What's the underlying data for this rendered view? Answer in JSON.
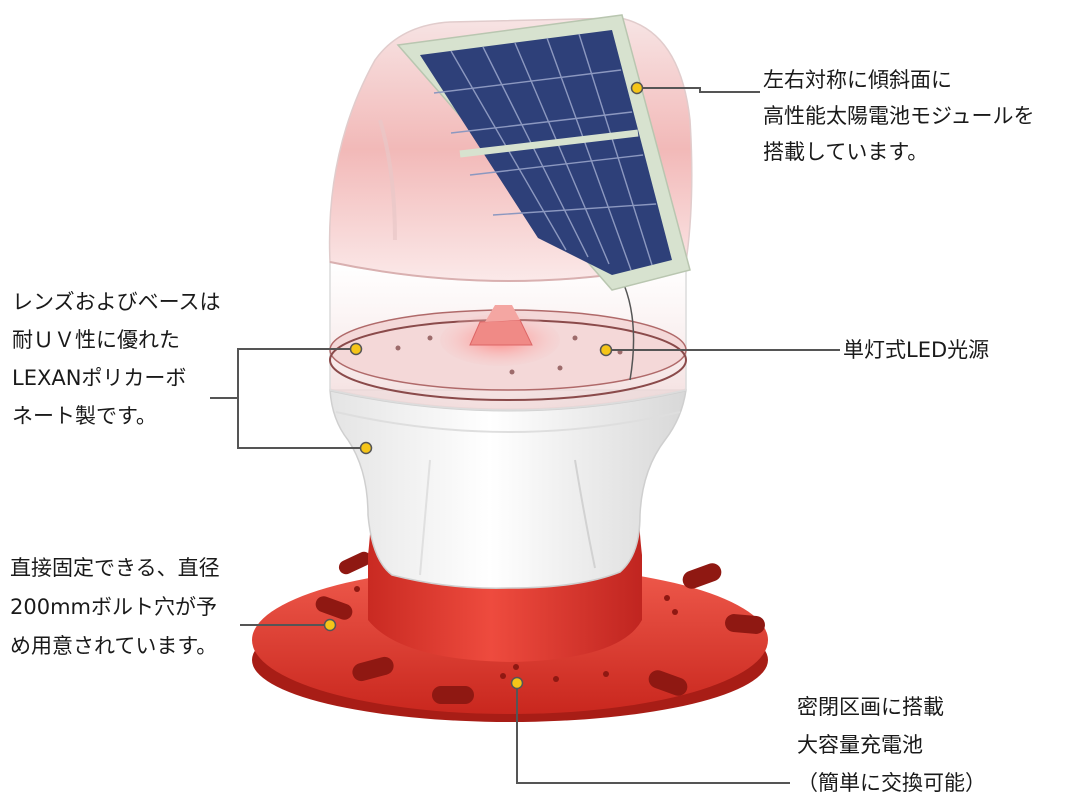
{
  "callouts": {
    "solar_panel": {
      "lines": [
        "左右対称に傾斜面に",
        "高性能太陽電池モジュールを",
        "搭載しています。"
      ]
    },
    "led_source": {
      "lines": [
        "単灯式LED光源"
      ]
    },
    "lens_base": {
      "lines": [
        "レンズおよびベースは",
        "耐ＵＶ性に優れた",
        "LEXANポリカーボ",
        "ネート製です。"
      ]
    },
    "bolt_holes": {
      "lines": [
        "直接固定できる、直径",
        "200mmボルト穴が予",
        "め用意されています。"
      ]
    },
    "battery": {
      "lines": [
        "密閉区画に搭載",
        "大容量充電池",
        "（簡単に交換可能）"
      ]
    }
  },
  "colors": {
    "marker_fill": "#f5c518",
    "marker_stroke": "#555555",
    "leader_line": "#555555",
    "base_red": "#e23a2e",
    "dome_pink": "#f4c9c8",
    "body_white": "#f2f2f2",
    "panel_blue": "#2c3e78"
  }
}
